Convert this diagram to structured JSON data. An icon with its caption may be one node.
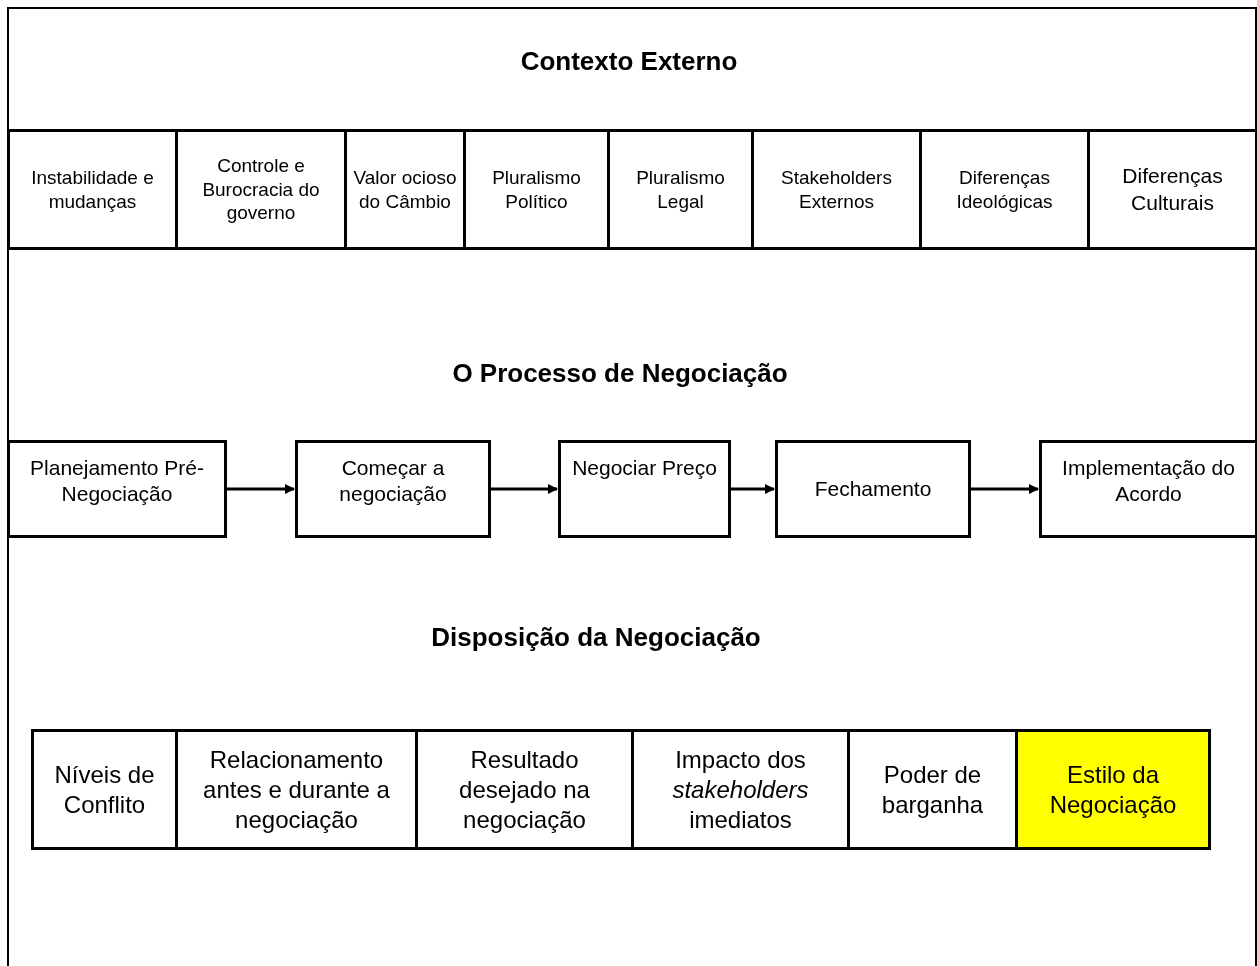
{
  "diagram": {
    "nodes": [
      {
        "text": [
          "Instabilidade e mudanças"
        ]
      },
      {
        "text": [
          "Controle e Burocracia do governo"
        ]
      },
      {
        "text": [
          "Valor ocioso do Câmbio"
        ]
      },
      {
        "text": [
          "Pluralismo Político"
        ]
      },
      {
        "text": [
          "Pluralismo Legal"
        ]
      },
      {
        "text": [
          "Stakeholders Externos"
        ]
      },
      {
        "text": [
          "Diferenças Ideológicas"
        ]
      },
      {
        "text": [
          "Diferenças Culturais"
        ]
      },
      {
        "text": [
          "Planejamento Pré-Negociação"
        ]
      },
      {
        "text": [
          "Começar a negociação"
        ]
      },
      {
        "text": [
          "Negociar Preço"
        ]
      },
      {
        "text": [
          "Fechamento"
        ]
      },
      {
        "text": [
          "Implementação do Acordo"
        ]
      },
      {
        "text": [
          "Níveis de Conflito"
        ]
      },
      {
        "text": [
          "Relacionamento antes e durante a negociação"
        ]
      },
      {
        "text": [
          "Resultado desejado na negociação"
        ]
      },
      {
        "text": [
          "Impacto dos *stakeholders* imediatos"
        ]
      },
      {
        "text": [
          "Poder de barganha"
        ]
      },
      {
        "text": [
          "Estilo da Negociação"
        ]
      }
    ],
    "edges": [
      {
        "from": 8,
        "to": 9,
        "arrow": "to"
      },
      {
        "from": 9,
        "to": 10,
        "arrow": "to"
      },
      {
        "from": 10,
        "to": 11,
        "arrow": "to"
      },
      {
        "from": 11,
        "to": 12,
        "arrow": "to"
      }
    ],
    "labels": [
      "Contexto Externo",
      "O Processo de Negociação",
      "Disposição da Negociação"
    ]
  }
}
